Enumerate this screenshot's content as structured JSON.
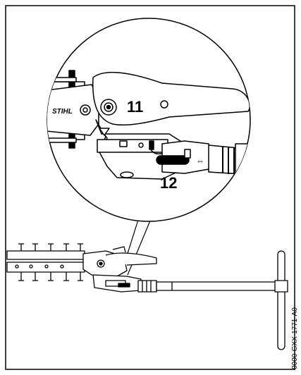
{
  "figure": {
    "callouts": [
      {
        "number": "11"
      },
      {
        "number": "12"
      }
    ],
    "brand": "STIHL",
    "reference_code": "0000-GXX-1771-A0",
    "slide_arrow_symbol": "⇔"
  }
}
